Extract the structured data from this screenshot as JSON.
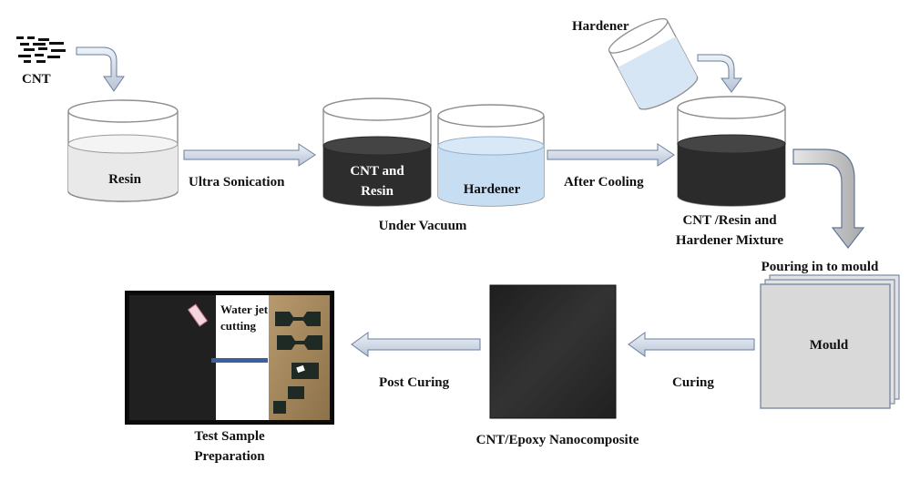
{
  "labels": {
    "cnt": "CNT",
    "hardener_top": "Hardener",
    "resin": "Resin",
    "ultra_sonication": "Ultra Sonication",
    "cnt_resin_line1": "CNT and",
    "cnt_resin_line2": "Resin",
    "hardener_beaker": "Hardener",
    "under_vacuum": "Under Vacuum",
    "after_cooling": "After Cooling",
    "mixture_line1": "CNT /Resin and",
    "mixture_line2": "Hardener Mixture",
    "pouring": "Pouring in to mould",
    "mould": "Mould",
    "curing": "Curing",
    "nanocomposite": "CNT/Epoxy Nanocomposite",
    "post_curing": "Post Curing",
    "test_sample_line1": "Test Sample",
    "test_sample_line2": "Preparation",
    "water_jet_line1": "Water jet",
    "water_jet_line2": "cutting"
  }
}
